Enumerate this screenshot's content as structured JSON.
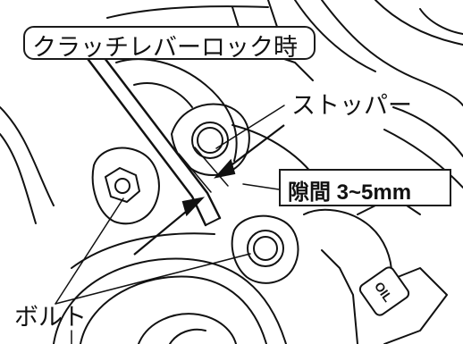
{
  "title": "クラッチレバーロック時",
  "labels": {
    "stopper": "ストッパー",
    "bolt": "ボルト",
    "gap": "隙間 3~5mm",
    "oil_cap": "OIL"
  }
}
